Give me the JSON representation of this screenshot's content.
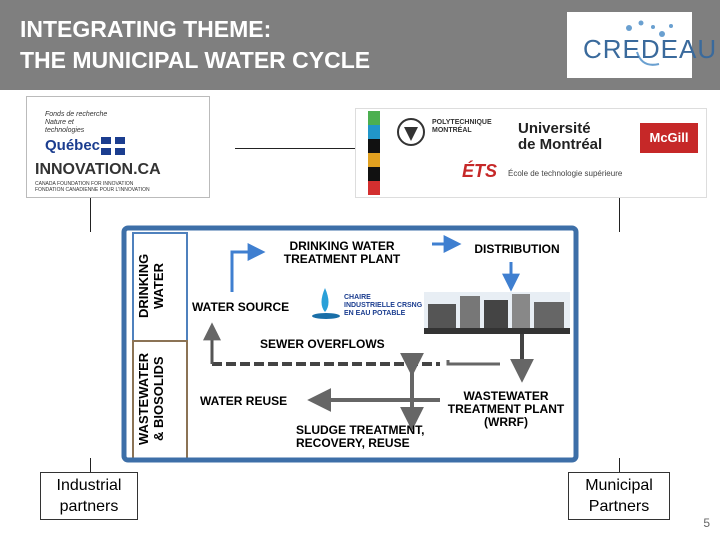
{
  "header": {
    "title_line1": "INTEGRATING THEME:",
    "title_line2": "THE MUNICIPAL WATER CYCLE",
    "logo_text": "CREDEAU",
    "background": "#7f7f7f"
  },
  "funders": {
    "frq_line1": "Fonds de recherche",
    "frq_line2": "Nature et",
    "frq_line3": "technologies",
    "frq_name": "Québec",
    "cfi_name": "INNOVATION.CA",
    "cfi_sub_en": "CANADA FOUNDATION FOR INNOVATION",
    "cfi_sub_fr": "FONDATION CANADIENNE POUR L'INNOVATION"
  },
  "institutions": {
    "poly_line1": "POLYTECHNIQUE",
    "poly_line2": "MONTRÉAL",
    "udem_line1": "Université",
    "udem_line2": "de Montréal",
    "mcgill": "McGill",
    "ets": "ÉTS",
    "ets_full": "École de technologie supérieure"
  },
  "side_labels": {
    "drinking_line1": "DRINKING",
    "drinking_line2": "WATER",
    "wastewater_line1": "WASTEWATER",
    "wastewater_line2": "& BIOSOLIDS"
  },
  "stages": {
    "dwtp_line1": "DRINKING WATER",
    "dwtp_line2": "TREATMENT PLANT",
    "distribution": "DISTRIBUTION",
    "water_source": "WATER SOURCE",
    "sewer_overflows": "SEWER OVERFLOWS",
    "water_reuse": "WATER REUSE",
    "wwtp_line1": "WASTEWATER",
    "wwtp_line2": "TREATMENT PLANT",
    "wwtp_line3": "(WRRF)",
    "sludge_line1": "SLUDGE TREATMENT,",
    "sludge_line2": "RECOVERY, REUSE"
  },
  "chaire": {
    "line1": "CHAIRE",
    "line2": "INDUSTRIELLE CRSNG",
    "line3": "EN EAU POTABLE"
  },
  "partners": {
    "industrial_line1": "Industrial",
    "industrial_line2": "partners",
    "municipal_line1": "Municipal",
    "municipal_line2": "Partners"
  },
  "page_number": "5",
  "colors": {
    "cycle_blue": "#3d6fa8",
    "arrow_blue": "#3f7fd0",
    "drinking_band": "#4f81bd",
    "wastewater_band": "#8b7355"
  }
}
